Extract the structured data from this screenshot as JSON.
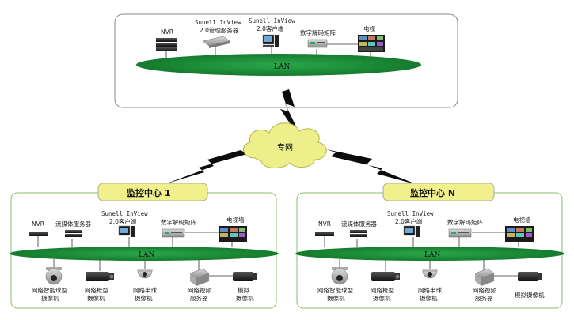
{
  "colors": {
    "lan_green": "#1e8f3a",
    "cloud_yellow": "#ecef8a",
    "center_label_fill": "#f0f08c",
    "box_border_top": "#8a8a8a",
    "box_border_site": "#8bbf6a"
  },
  "top": {
    "devices": [
      {
        "label": "NVR",
        "icon": "nvr-icon"
      },
      {
        "label_line1": "Sunell InView",
        "label_line2": "2.0管理服务器",
        "icon": "server-icon"
      },
      {
        "label_line1": "Sunell InView",
        "label_line2": "2.0客户端",
        "icon": "workstation-icon"
      },
      {
        "label": "数字解码矩阵",
        "icon": "decoder-icon"
      },
      {
        "label": "电视",
        "icon": "tv-icon"
      }
    ],
    "lan_label": "LAN"
  },
  "cloud_label": "专网",
  "centers": [
    {
      "title": "监控中心 1",
      "devices": [
        {
          "label": "NVR",
          "icon": "nvr-icon"
        },
        {
          "label": "流媒体服务器",
          "icon": "media-server-icon"
        },
        {
          "label_line1": "Sunell InView",
          "label_line2": "2.0客户端",
          "icon": "workstation-icon"
        },
        {
          "label": "数字解码矩阵",
          "icon": "decoder-icon"
        },
        {
          "label": "电视墙",
          "icon": "tv-wall-icon"
        }
      ],
      "lan_label": "LAN",
      "cameras": [
        {
          "label_line1": "网络智能球型",
          "label_line2": "摄像机",
          "icon": "dome-camera-icon"
        },
        {
          "label_line1": "网络枪型",
          "label_line2": "摄像机",
          "icon": "bullet-camera-icon"
        },
        {
          "label_line1": "网络半球",
          "label_line2": "摄像机",
          "icon": "half-dome-camera-icon"
        },
        {
          "label_line1": "网络视频",
          "label_line2": "服务器",
          "icon": "video-server-icon"
        },
        {
          "label_line1": "模拟",
          "label_line2": "摄像机",
          "icon": "analog-camera-icon"
        }
      ]
    },
    {
      "title": "监控中心 N",
      "devices": [
        {
          "label": "NVR",
          "icon": "nvr-icon"
        },
        {
          "label": "流媒体服务器",
          "icon": "media-server-icon"
        },
        {
          "label_line1": "Sunell InView",
          "label_line2": "2.0客户端",
          "icon": "workstation-icon"
        },
        {
          "label": "数字解码矩阵",
          "icon": "decoder-icon"
        },
        {
          "label": "电视墙",
          "icon": "tv-wall-icon"
        }
      ],
      "lan_label": "LAN",
      "cameras": [
        {
          "label_line1": "网络智能球型",
          "label_line2": "摄像机",
          "icon": "dome-camera-icon"
        },
        {
          "label_line1": "网络枪型",
          "label_line2": "摄像机",
          "icon": "bullet-camera-icon"
        },
        {
          "label_line1": "网络半球",
          "label_line2": "摄像机",
          "icon": "half-dome-camera-icon"
        },
        {
          "label_line1": "网络视频",
          "label_line2": "服务器",
          "icon": "video-server-icon"
        },
        {
          "label": "模拟摄像机",
          "icon": "analog-camera-icon"
        }
      ]
    }
  ]
}
